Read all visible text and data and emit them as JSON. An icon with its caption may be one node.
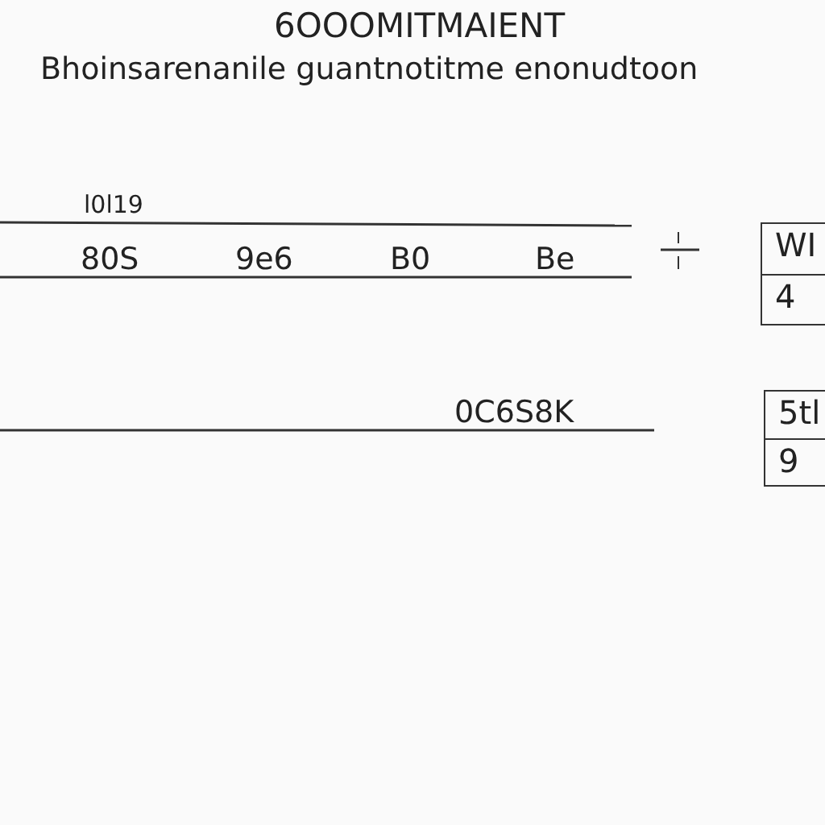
{
  "diagram": {
    "title": "6OOOMITMAIENT",
    "nodes": [
      {
        "text": [
          "WI",
          "4"
        ]
      },
      {
        "text": [
          "5tl",
          "9"
        ]
      }
    ],
    "labels": [
      "Bhoinsarenanile guantnotitme enonudtoon",
      "l0l19",
      "80S",
      "9e6",
      "B0",
      "Be",
      "0C6S8K"
    ]
  }
}
